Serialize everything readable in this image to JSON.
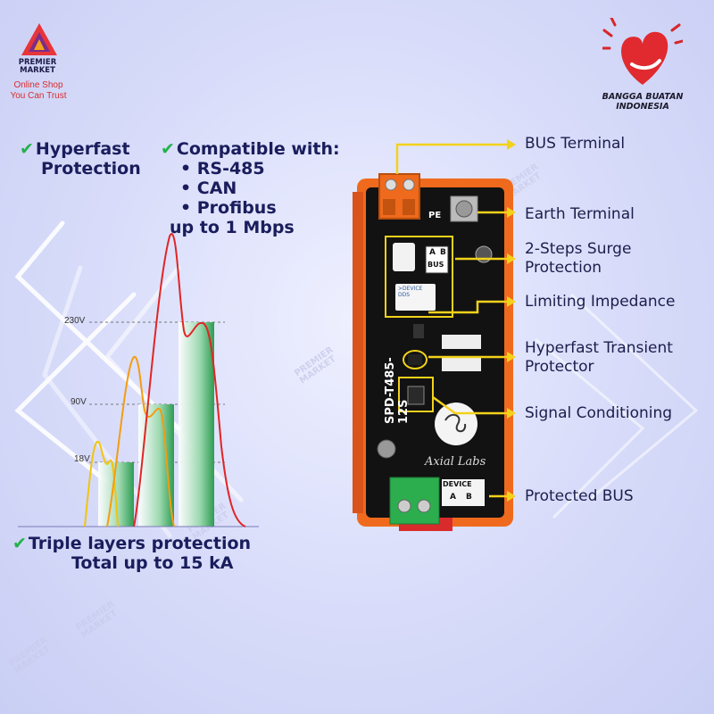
{
  "brand": {
    "name_line1": "PREMIER",
    "name_line2": "MARKET",
    "tagline_line1": "Online Shop",
    "tagline_line2": "You Can Trust",
    "logo_color": "#e8353a"
  },
  "badge": {
    "line1": "BANGGA BUATAN",
    "line2": "INDONESIA"
  },
  "features": {
    "hyperfast_line1": "Hyperfast",
    "hyperfast_line2": "Protection",
    "compatible_title": "Compatible with:",
    "compatible_items": [
      "• RS-485",
      "• CAN",
      "• Profibus"
    ],
    "compatible_speed": "up to 1 Mbps",
    "triple_line1": "Triple layers protection",
    "triple_line2": "Total up to 15 kA"
  },
  "chart_data": {
    "type": "bar",
    "title": "",
    "ylabel": "",
    "tick_labels": [
      "18V",
      "90V",
      "230V"
    ],
    "bars": [
      18,
      90,
      230
    ],
    "colors": {
      "bar": "#2e9c52",
      "spike_red": "#e02525",
      "spike_orange": "#f39c12",
      "spike_yellow": "#f1c40f"
    }
  },
  "device": {
    "model": "SPD-T485-12S",
    "maker": "Axial Labs",
    "pe_label": "PE",
    "bus_box": [
      "A",
      "B",
      "BUS"
    ],
    "device_box": [
      "DEVICE",
      "A",
      "B"
    ],
    "chip_label": ">DEVICE\nDDS"
  },
  "callouts": [
    "BUS Terminal",
    "Earth Terminal",
    "2-Steps Surge",
    "Protection",
    "Limiting Impedance",
    "Hyperfast Transient",
    "Protector",
    "Signal Conditioning",
    "Protected BUS"
  ],
  "watermark": {
    "line1": "PREMIER",
    "line2": "MARKET"
  }
}
